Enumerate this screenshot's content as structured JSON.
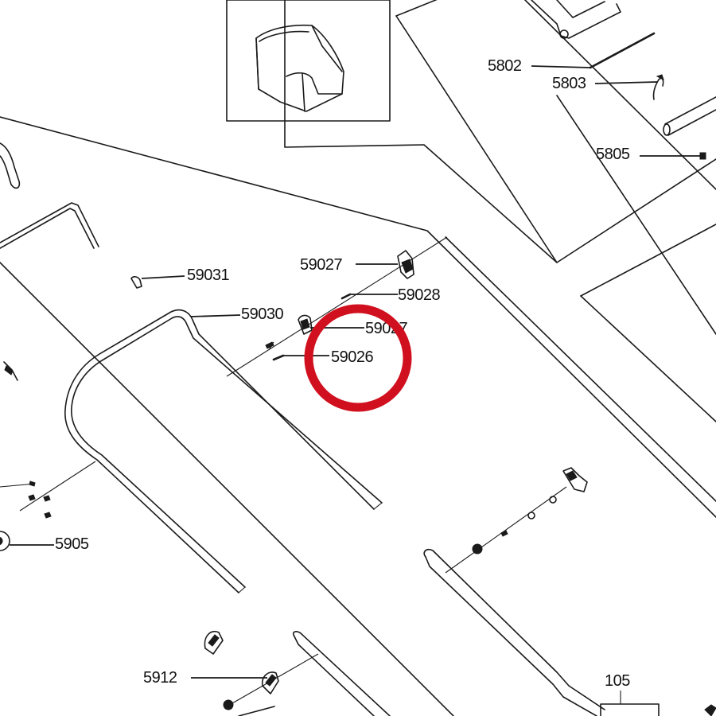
{
  "diagram": {
    "parts": [
      {
        "id": "5802"
      },
      {
        "id": "5803"
      },
      {
        "id": "5805"
      },
      {
        "id": "59031"
      },
      {
        "id": "59027"
      },
      {
        "id": "59028"
      },
      {
        "id": "59030"
      },
      {
        "id": "59027"
      },
      {
        "id": "59026"
      },
      {
        "id": "5905"
      },
      {
        "id": "5912"
      },
      {
        "id": "105"
      }
    ],
    "highlight": {
      "color": "#d0101e",
      "target": "59026"
    }
  }
}
